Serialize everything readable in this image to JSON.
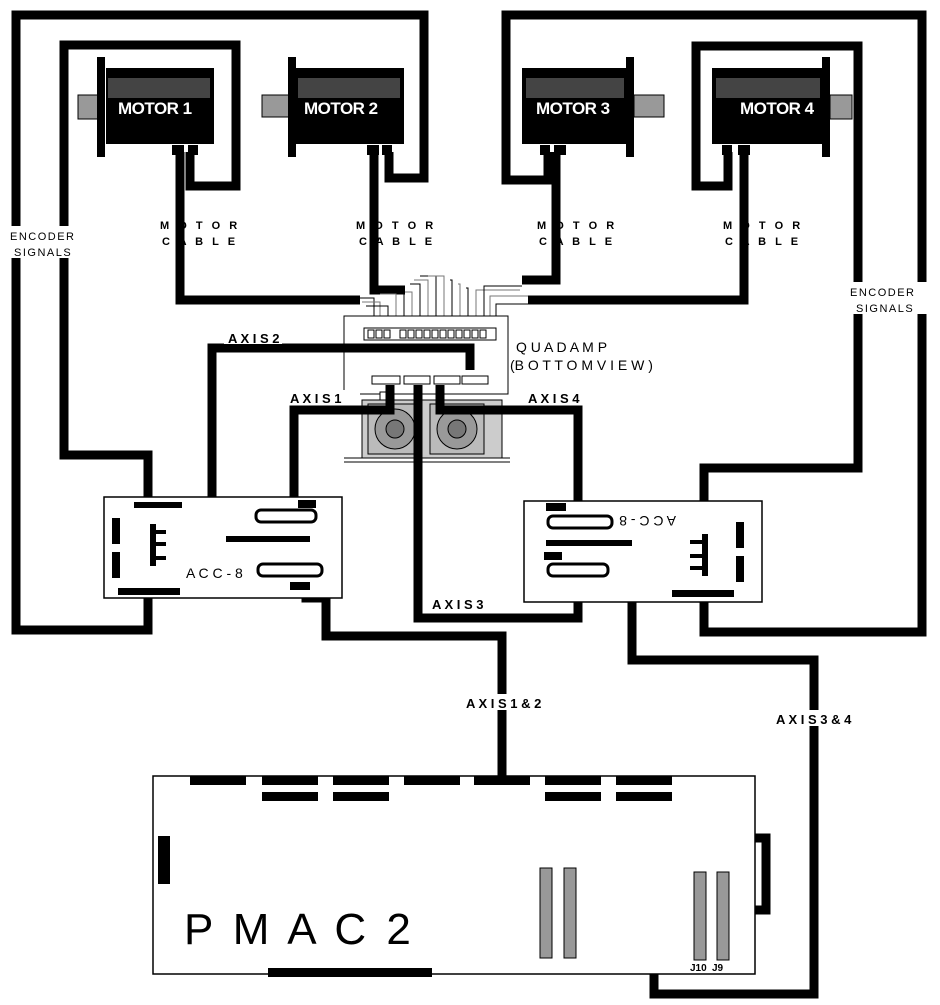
{
  "motors": [
    {
      "label": "MOTOR 1"
    },
    {
      "label": "MOTOR 2"
    },
    {
      "label": "MOTOR 3"
    },
    {
      "label": "MOTOR 4"
    }
  ],
  "motor_cable": {
    "line1": "M O T O R",
    "line2": "C A B L E"
  },
  "encoder_left": {
    "line1": "ENCODER",
    "line2": "SIGNALS"
  },
  "encoder_right": {
    "line1": "ENCODER",
    "line2": "SIGNALS"
  },
  "quad_amp": {
    "line1": "Q U A D  A M P",
    "line2": "(B O T T O M  V I E W )"
  },
  "axis_labels": {
    "axis1": "A X I S  1",
    "axis2": "A X I S  2",
    "axis3": "A X I S  3",
    "axis4": "A X I S  4",
    "axis12": "A X I S  1  &  2",
    "axis34": "A X I S  3  &  4"
  },
  "acc_left": {
    "label": "A C C - 8"
  },
  "acc_right": {
    "label": "A C C - 8"
  },
  "pmac": {
    "label": "P M A C 2",
    "j10": "J10",
    "j9": "J9"
  }
}
